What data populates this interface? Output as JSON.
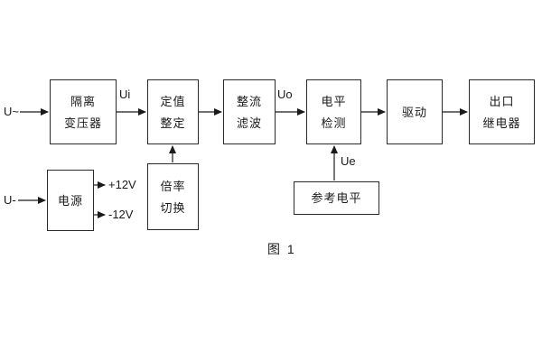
{
  "diagram": {
    "caption": "图 1",
    "labels": {
      "input_ac": "U~",
      "input_dc": "U-",
      "ui": "Ui",
      "uo": "Uo",
      "ue": "Ue",
      "plus12": "+12V",
      "minus12": "-12V"
    },
    "blocks": {
      "isolation_transformer": {
        "line1": "隔离",
        "line2": "变压器"
      },
      "setting_adjust": {
        "line1": "定值",
        "line2": "整定"
      },
      "rectifier_filter": {
        "line1": "整流",
        "line2": "滤波"
      },
      "level_detect": {
        "line1": "电平",
        "line2": "检测"
      },
      "driver": {
        "line1": "驱动"
      },
      "output_relay": {
        "line1": "出口",
        "line2": "继电器"
      },
      "power_supply": {
        "line1": "电源"
      },
      "ratio_switch": {
        "line1": "倍率",
        "line2": "切换"
      },
      "reference_level": {
        "line1": "参考电平"
      }
    }
  }
}
